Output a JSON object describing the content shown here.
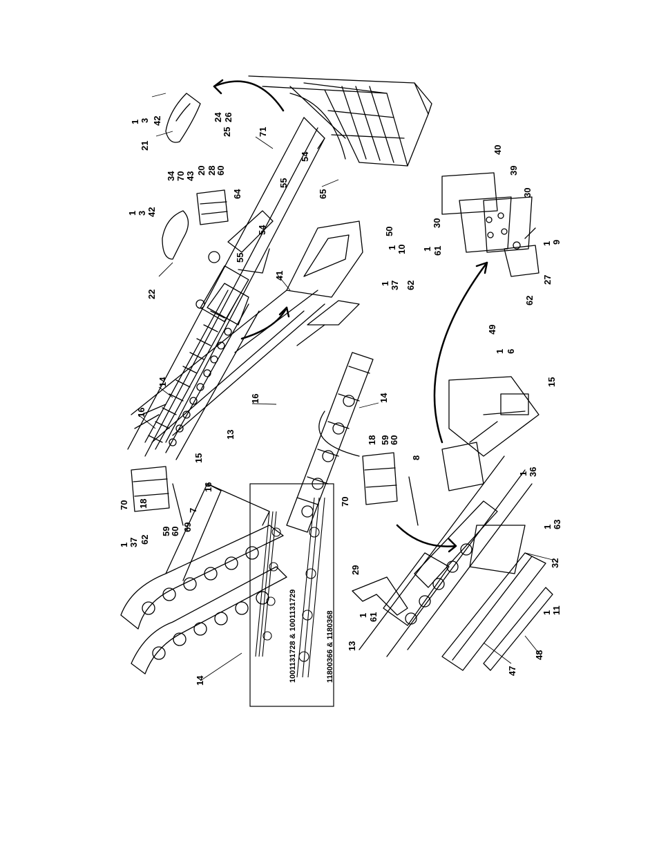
{
  "diagram": {
    "callouts": {
      "c1": "1",
      "c3": "3",
      "c42": "42",
      "c21": "21",
      "c24": "24",
      "c26": "26",
      "c25": "25",
      "c71": "71",
      "c40": "40",
      "c39": "39",
      "c30a": "30",
      "c30b": "30",
      "c34": "34",
      "c70": "70",
      "c43": "43",
      "c20": "20",
      "c28": "28",
      "c60": "60",
      "c54a": "54",
      "c55a": "55",
      "c65": "65",
      "c64": "64",
      "c1b": "1",
      "c3b": "3",
      "c42b": "42",
      "c54b": "54",
      "c55b": "55",
      "c22": "22",
      "c50": "50",
      "c1c": "1",
      "c10": "10",
      "c41": "41",
      "c1d": "1",
      "c37": "37",
      "c62": "62",
      "c1e": "1",
      "c61": "61",
      "c1f": "1",
      "c9": "9",
      "c27": "27",
      "c62b": "62",
      "c49": "49",
      "c1g": "1",
      "c6": "6",
      "c15": "15",
      "c16a": "16",
      "c14a": "14",
      "c13a": "13",
      "c15b": "15",
      "c16b": "16",
      "c14b": "14",
      "c70b": "70",
      "c18": "18",
      "c59": "59",
      "c60b": "60",
      "c7": "7",
      "c16c": "16",
      "c1h": "1",
      "c37b": "37",
      "c62c": "62",
      "c69": "69",
      "c18b": "18",
      "c59b": "59",
      "c60c": "60",
      "c8": "8",
      "c70c": "70",
      "c1i": "1",
      "c36": "36",
      "c1j": "1",
      "c63": "63",
      "c32": "32",
      "c29": "29",
      "c1k": "1",
      "c61b": "61",
      "c13b": "13",
      "c47": "47",
      "c48": "48",
      "c1l": "1",
      "c11": "11",
      "c14c": "14"
    },
    "inset": {
      "label_a": "1001131728 & 1001131729",
      "label_b": "11800366 & 1180368"
    }
  }
}
